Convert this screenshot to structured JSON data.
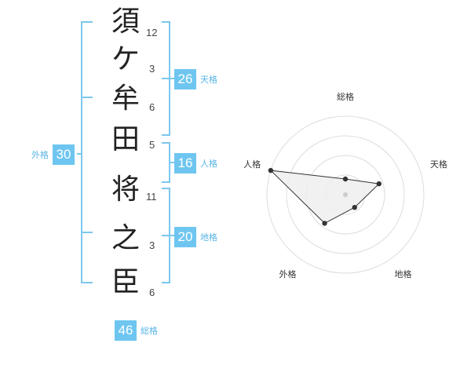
{
  "name": {
    "characters": [
      {
        "char": "須",
        "strokes": "12"
      },
      {
        "char": "ケ",
        "strokes": "3"
      },
      {
        "char": "牟",
        "strokes": "6"
      },
      {
        "char": "田",
        "strokes": "5"
      },
      {
        "char": "将",
        "strokes": "11"
      },
      {
        "char": "之",
        "strokes": "3"
      },
      {
        "char": "臣",
        "strokes": "6"
      }
    ]
  },
  "scores": {
    "tenkaku": {
      "value": "26",
      "label": "天格"
    },
    "jinkaku": {
      "value": "16",
      "label": "人格"
    },
    "chikaku": {
      "value": "20",
      "label": "地格"
    },
    "gaikaku": {
      "value": "30",
      "label": "外格"
    },
    "soukaku": {
      "value": "46",
      "label": "総格"
    }
  },
  "radar": {
    "axes": [
      "総格",
      "天格",
      "地格",
      "外格",
      "人格"
    ],
    "levels": 4,
    "values": [
      0.2,
      0.45,
      0.2,
      0.45,
      1.0
    ],
    "colors": {
      "fill": "#eeeeee",
      "line": "#333333",
      "point": "#333333",
      "grid": "#dddddd",
      "center": "#cccccc"
    }
  },
  "colors": {
    "accent": "#6ec6f0",
    "accent_text": "#5ab5e6",
    "bracket": "#7cc8ee"
  }
}
